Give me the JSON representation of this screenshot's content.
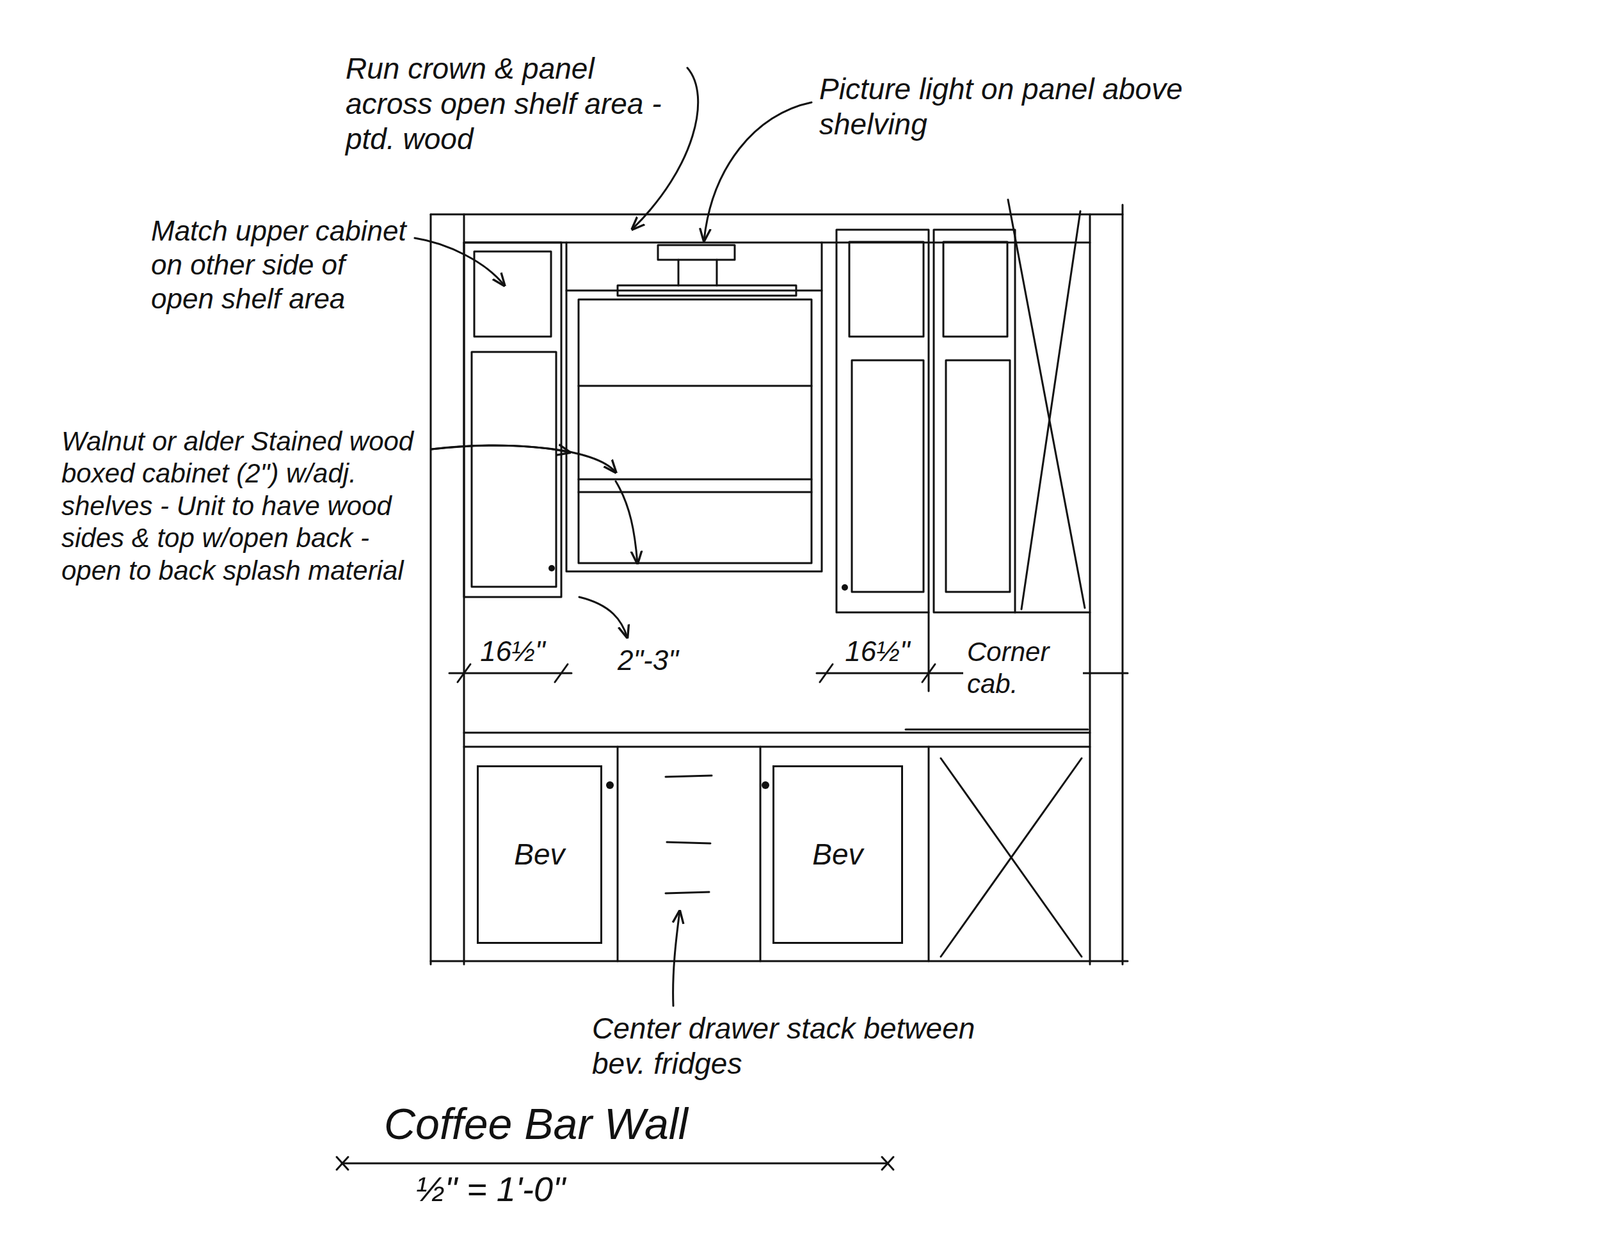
{
  "diagram": {
    "title": "Coffee Bar Wall",
    "nodes": [
      {
        "text": [
          "Bev"
        ]
      },
      {
        "text": [
          "Bev"
        ]
      }
    ],
    "labels": [
      "Run crown & panel across open shelf area - ptd. wood",
      "Picture light on panel above shelving",
      "Match upper cabinet on other side of open shelf area",
      "Walnut or alder Stained wood boxed cabinet (2\") w/adj. shelves - Unit to have wood sides & top w/open back - open to back splash material",
      "16½\"",
      "2\"-3\"",
      "16½\"",
      "Corner cab.",
      "Center drawer stack between bev. fridges",
      "½\" = 1'-0\""
    ]
  }
}
